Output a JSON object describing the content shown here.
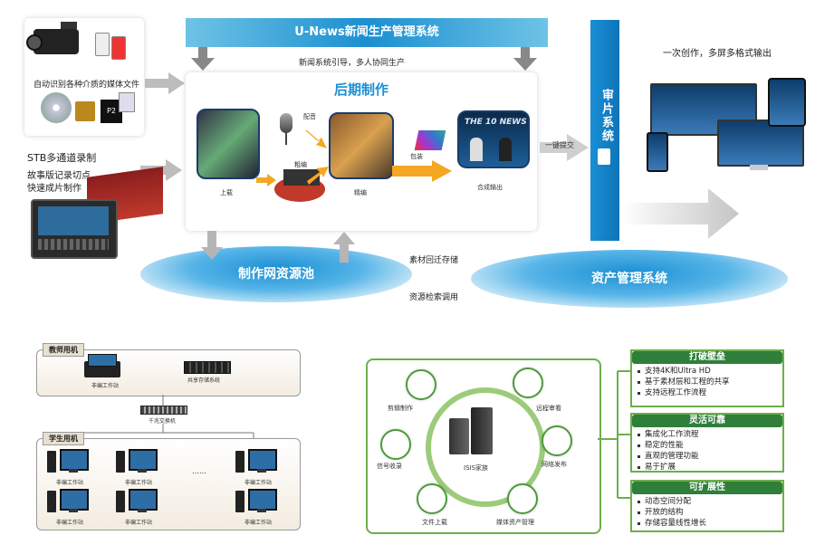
{
  "top": {
    "banner_title": "U-News新闻生产管理系统",
    "banner_sub": "新闻系统引导，多人协同生产",
    "postprod_title": "后期制作",
    "source_label": "自动识别各种介质的媒体文件",
    "stb_title": "STB多通道录制",
    "stb_sub1": "故事版记录切点",
    "stb_sub2": "快速成片制作",
    "step_upload": "上载",
    "step_dub": "配音",
    "step_rough": "粗编",
    "step_fine": "精编",
    "step_pack": "包装",
    "step_output": "合成输出",
    "submit": "一键提交",
    "review": "审片系统",
    "multi_output": "一次创作，多屏多格式输出",
    "pool": "制作网资源池",
    "asset": "资产管理系统",
    "writeback": "素材回迁存储",
    "search": "资源检索调用",
    "news_logo": "THE 10 NEWS"
  },
  "lab": {
    "teacher_title": "教师用机",
    "student_title": "学生用机",
    "teacher_ws": "非编工作站",
    "shared_storage": "共享存储系统",
    "switch": "千兆交换机",
    "student_ws": "非编工作站",
    "ellipsis": "……"
  },
  "isis": {
    "center": "ISIS家族",
    "nodes": [
      "剪辑制作",
      "远程审看",
      "信号收录",
      "网络发布",
      "文件上载",
      "媒体资产管理"
    ]
  },
  "features": [
    {
      "title": "打破壁垒",
      "items": [
        "支持4K和Ultra HD",
        "基于素材层和工程的共享",
        "支持远程工作流程"
      ]
    },
    {
      "title": "灵活可靠",
      "items": [
        "集成化工作流程",
        "稳定的性能",
        "直观的管理功能",
        "易于扩展"
      ]
    },
    {
      "title": "可扩展性",
      "items": [
        "动态空间分配",
        "开放的结构",
        "存储容量线性增长"
      ]
    }
  ],
  "colors": {
    "blue": "#1a8fd6",
    "green": "#4e9a3a",
    "darkgreen": "#2f7f3a",
    "orange": "#f5a623"
  }
}
